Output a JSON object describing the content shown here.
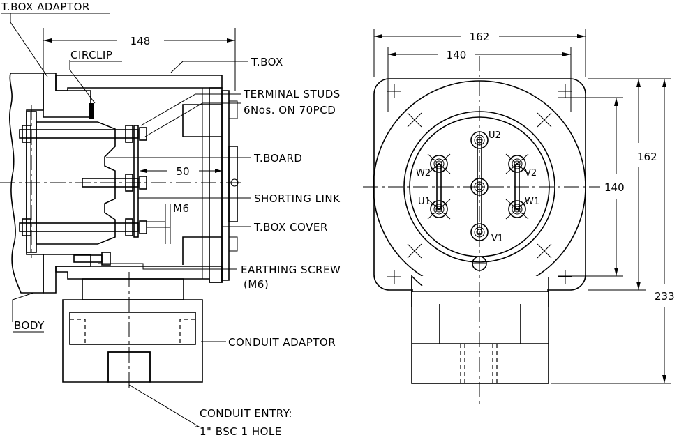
{
  "labels": {
    "tbox_adaptor": "T.BOX ADAPTOR",
    "circlip": "CIRCLIP",
    "tbox": "T.BOX",
    "terminal_studs": "TERMINAL STUDS",
    "terminal_studs_detail": "6Nos. ON 70PCD",
    "tboard": "T.BOARD",
    "shorting_link": "SHORTING LINK",
    "tbox_cover": "T.BOX COVER",
    "earthing_screw": "EARTHING SCREW",
    "earthing_screw_size": "(M6)",
    "body": "BODY",
    "conduit_adaptor": "CONDUIT ADAPTOR",
    "conduit_entry": "CONDUIT ENTRY:",
    "conduit_entry_detail": "1\" BSC 1 HOLE",
    "m6": "M6"
  },
  "dimensions": {
    "side_width": "148",
    "link_spacing": "50",
    "front_outer_width": "162",
    "front_inner_width": "140",
    "front_outer_height": "162",
    "front_inner_height": "140",
    "total_height": "233"
  },
  "terminals": {
    "u2": "U2",
    "w2": "W2",
    "v2": "V2",
    "u1": "U1",
    "w1": "W1",
    "v1": "V1"
  }
}
